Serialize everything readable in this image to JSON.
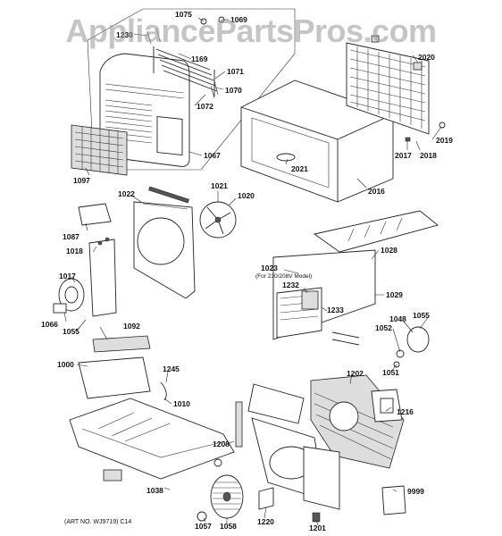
{
  "watermark": "AppliancePartsPros.com",
  "art_number": "(ART NO. WJ9719) C14",
  "note_1023": "(For 230/208V Model)",
  "labels": {
    "p1075": "1075",
    "p1069": "1069",
    "p1230": "1230",
    "p1169": "1169",
    "p1071": "1071",
    "p1070": "1070",
    "p1072": "1072",
    "p1067": "1067",
    "p1097": "1097",
    "p2020": "2020",
    "p2019": "2019",
    "p2017": "2017",
    "p2018": "2018",
    "p2021": "2021",
    "p2016": "2016",
    "p1022": "1022",
    "p1021": "1021",
    "p1020": "1020",
    "p1087": "1087",
    "p1018": "1018",
    "p1017": "1017",
    "p1066": "1066",
    "p1055a": "1055",
    "p1092": "1092",
    "p1000": "1000",
    "p1245": "1245",
    "p1010": "1010",
    "p1023": "1023",
    "p1232": "1232",
    "p1233": "1233",
    "p1028": "1028",
    "p1029": "1029",
    "p1048": "1048",
    "p1055b": "1055",
    "p1052": "1052",
    "p1051": "1051",
    "p1202": "1202",
    "p1216": "1216",
    "p1208": "1208",
    "p1038": "1038",
    "p1057": "1057",
    "p1058": "1058",
    "p1220": "1220",
    "p1201": "1201",
    "p9999": "9999"
  }
}
